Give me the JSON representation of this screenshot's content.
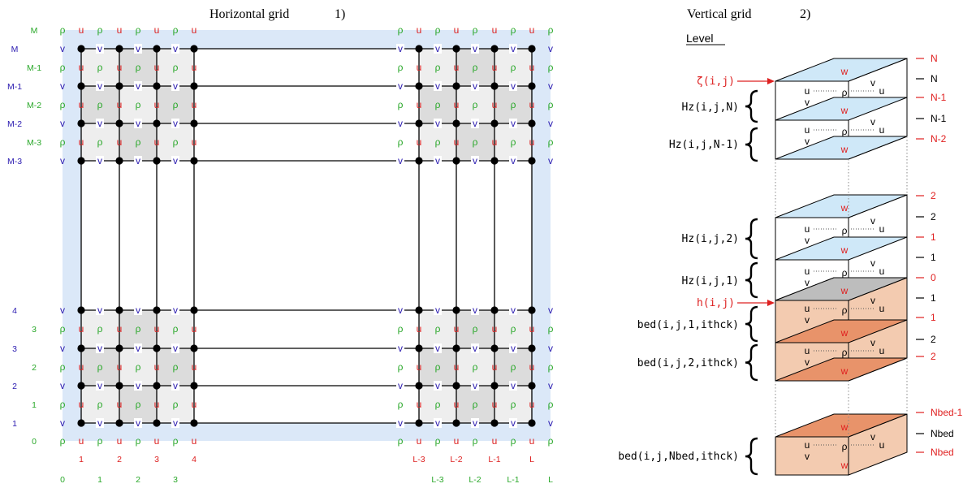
{
  "horizontal": {
    "title": "Horizontal grid",
    "number": "1)",
    "rows": [
      {
        "label": "M",
        "kind": "rho"
      },
      {
        "label": "M",
        "kind": "v"
      },
      {
        "label": "M-1",
        "kind": "rho"
      },
      {
        "label": "M-1",
        "kind": "v"
      },
      {
        "label": "M-2",
        "kind": "rho"
      },
      {
        "label": "M-2",
        "kind": "v"
      },
      {
        "label": "M-3",
        "kind": "rho"
      },
      {
        "label": "M-3",
        "kind": "v"
      },
      {
        "label": "4",
        "kind": "v"
      },
      {
        "label": "3",
        "kind": "rho"
      },
      {
        "label": "3",
        "kind": "v"
      },
      {
        "label": "2",
        "kind": "rho"
      },
      {
        "label": "2",
        "kind": "v"
      },
      {
        "label": "1",
        "kind": "rho"
      },
      {
        "label": "1",
        "kind": "v"
      },
      {
        "label": "0",
        "kind": "rho"
      }
    ],
    "u_columns_left": [
      "1",
      "2",
      "3",
      "4"
    ],
    "u_columns_right": [
      "L-3",
      "L-2",
      "L-1",
      "L"
    ],
    "rho_columns_left": [
      "0",
      "1",
      "2",
      "3"
    ],
    "rho_columns_right": [
      "L-3",
      "L-2",
      "L-1",
      "L"
    ],
    "symbols": {
      "rho": "ρ",
      "u": "u",
      "v": "v"
    }
  },
  "vertical": {
    "title": "Vertical grid",
    "number": "2)",
    "level_heading": "Level",
    "cell_symbols": {
      "w": "w",
      "u": "u",
      "v": "v",
      "rho": "ρ"
    },
    "left_labels": {
      "zeta": "ζ(i,j)",
      "hz_n": "Hz(i,j,N)",
      "hz_n1": "Hz(i,j,N-1)",
      "hz_2": "Hz(i,j,2)",
      "hz_1": "Hz(i,j,1)",
      "h": "h(i,j)",
      "bed1": "bed(i,j,1,ithck)",
      "bed2": "bed(i,j,2,ithck)",
      "bedN": "bed(i,j,Nbed,ithck)"
    },
    "right_labels": {
      "w_N": "N",
      "rho_N": "N",
      "w_N1": "N-1",
      "rho_N1": "N-1",
      "w_N2": "N-2",
      "w_2": "2",
      "rho_2": "2",
      "w_1": "1",
      "rho_1": "1",
      "w_0": "0",
      "bed_rho_1": "1",
      "bed_w_1": "1",
      "bed_rho_2": "2",
      "bed_w_2": "2",
      "bed_w_Nm1": "Nbed-1",
      "bed_rho_N": "Nbed",
      "bed_w_N": "Nbed"
    }
  },
  "colors": {
    "rho": "#2aa82a",
    "u": "#dd2020",
    "v": "#2a1ab0",
    "w": "#e02020",
    "outer_fill": "#dbe8f8",
    "cell_light": "#eeeeee",
    "cell_dark": "#dcdcdc",
    "water_layer": "#cfe8f8",
    "bottom": "#bdbdbd",
    "bed_side": "#f3cbb0",
    "bed_top": "#e8936a"
  }
}
